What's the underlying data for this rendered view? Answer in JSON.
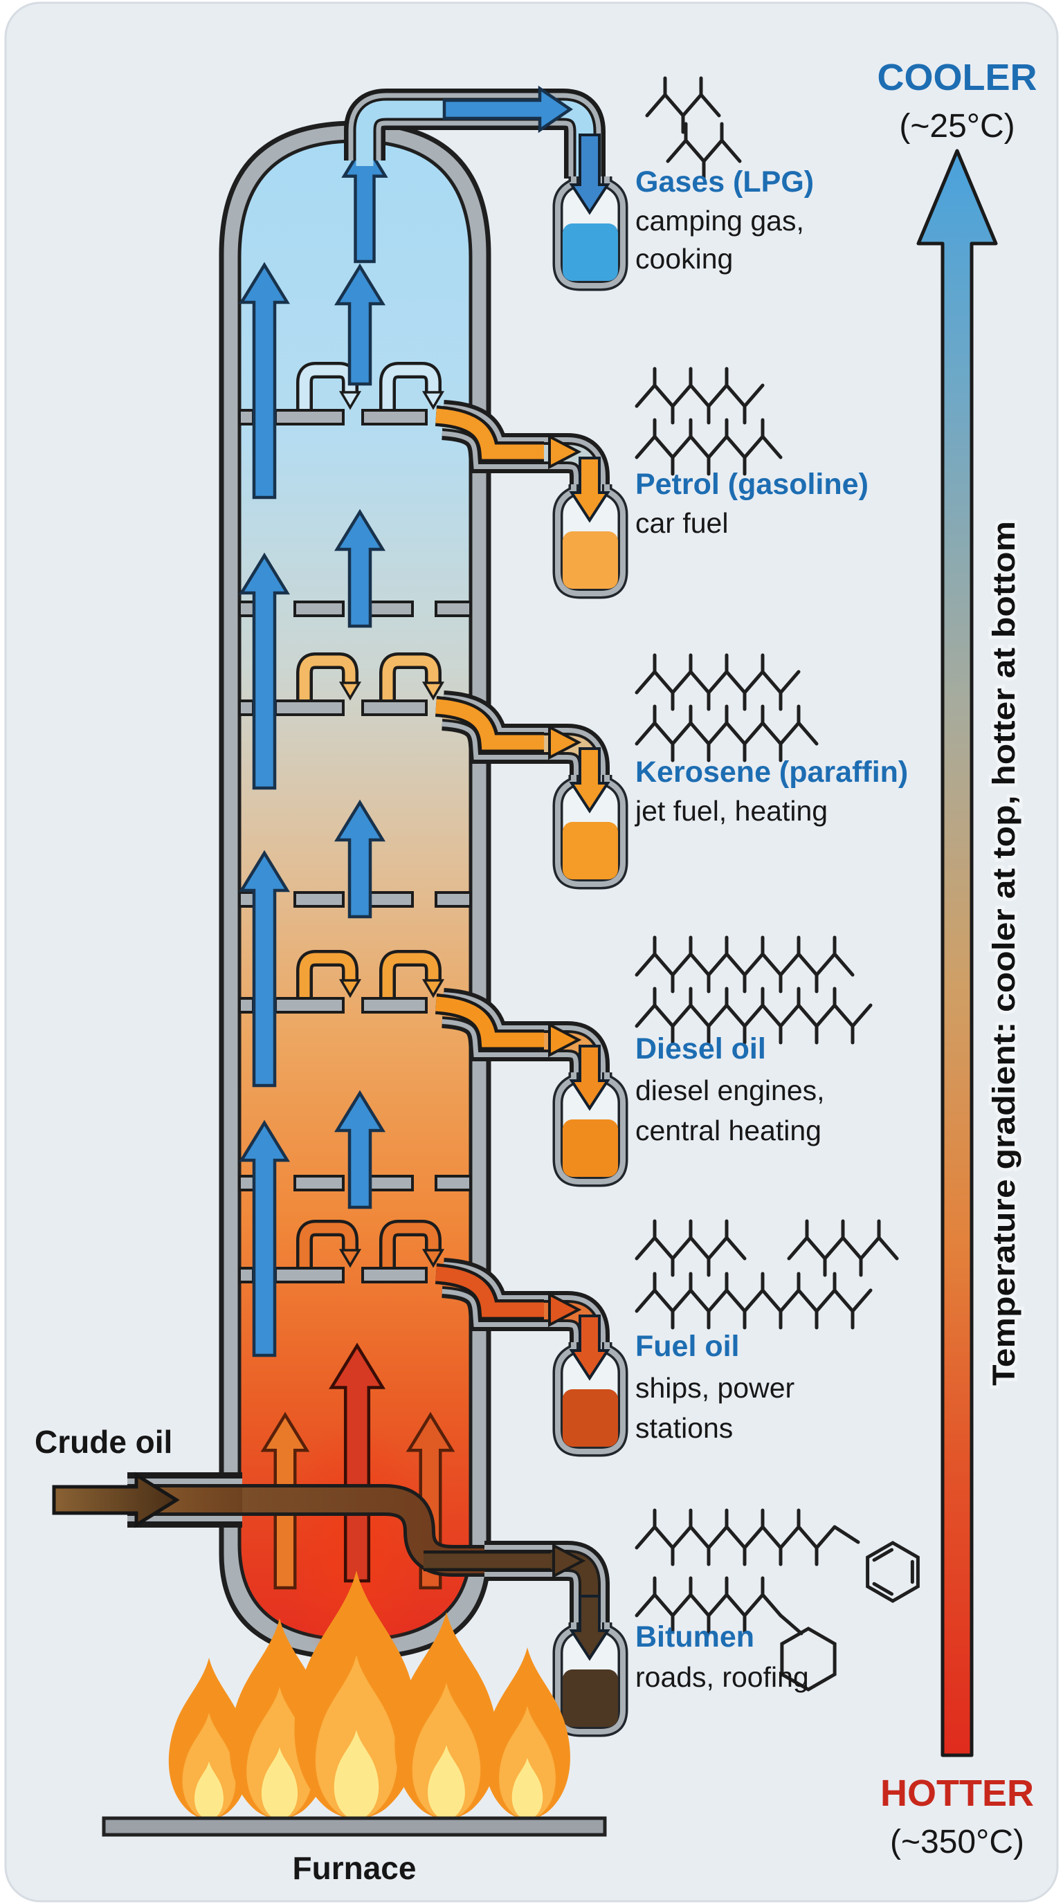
{
  "temperature_scale": {
    "cooler_label": "COOLER",
    "cooler_temp": "(~25°C)",
    "hotter_label": "HOTTER",
    "hotter_temp": "(~350°C)",
    "gradient_label": "Temperature gradient: cooler at top, hotter at bottom",
    "cooler_color": "#1d6db2",
    "hotter_color": "#c8281c"
  },
  "inputs": {
    "crude_label": "Crude oil",
    "furnace_label": "Furnace"
  },
  "colors": {
    "card_bg": "#e8edf2",
    "column_wall": "#a9b0b6",
    "label_blue": "#1d6db2",
    "text_black": "#171717",
    "vapor_arrow_blue": "#3b8fd4",
    "flow_arrow_orange": "#f49a26",
    "hot_arrow_red": "#d63a22",
    "crude_brown": "#6e4420"
  },
  "fractions": [
    {
      "name": "Gases (LPG)",
      "uses": [
        "camping gas,",
        "cooking"
      ],
      "flask_liquid": "#3ea4dd",
      "molecule_icon": "short-hydrocarbon-chains"
    },
    {
      "name": "Petrol (gasoline)",
      "uses": [
        "car fuel"
      ],
      "flask_liquid": "#f6a845",
      "molecule_icon": "medium-hydrocarbon-chains"
    },
    {
      "name": "Kerosene (paraffin)",
      "uses": [
        "jet fuel, heating"
      ],
      "flask_liquid": "#f49b28",
      "molecule_icon": "medium-long-hydrocarbon-chains"
    },
    {
      "name": "Diesel oil",
      "uses": [
        "diesel engines,",
        "central heating"
      ],
      "flask_liquid": "#f08c1e",
      "molecule_icon": "long-hydrocarbon-chains"
    },
    {
      "name": "Fuel oil",
      "uses": [
        "ships, power",
        "stations"
      ],
      "flask_liquid": "#cf4f1a",
      "molecule_icon": "very-long-hydrocarbon-chains"
    },
    {
      "name": "Bitumen",
      "uses": [
        "roads, roofing"
      ],
      "flask_liquid": "#4d3824",
      "molecule_icon": "longest-chains-with-rings"
    }
  ]
}
